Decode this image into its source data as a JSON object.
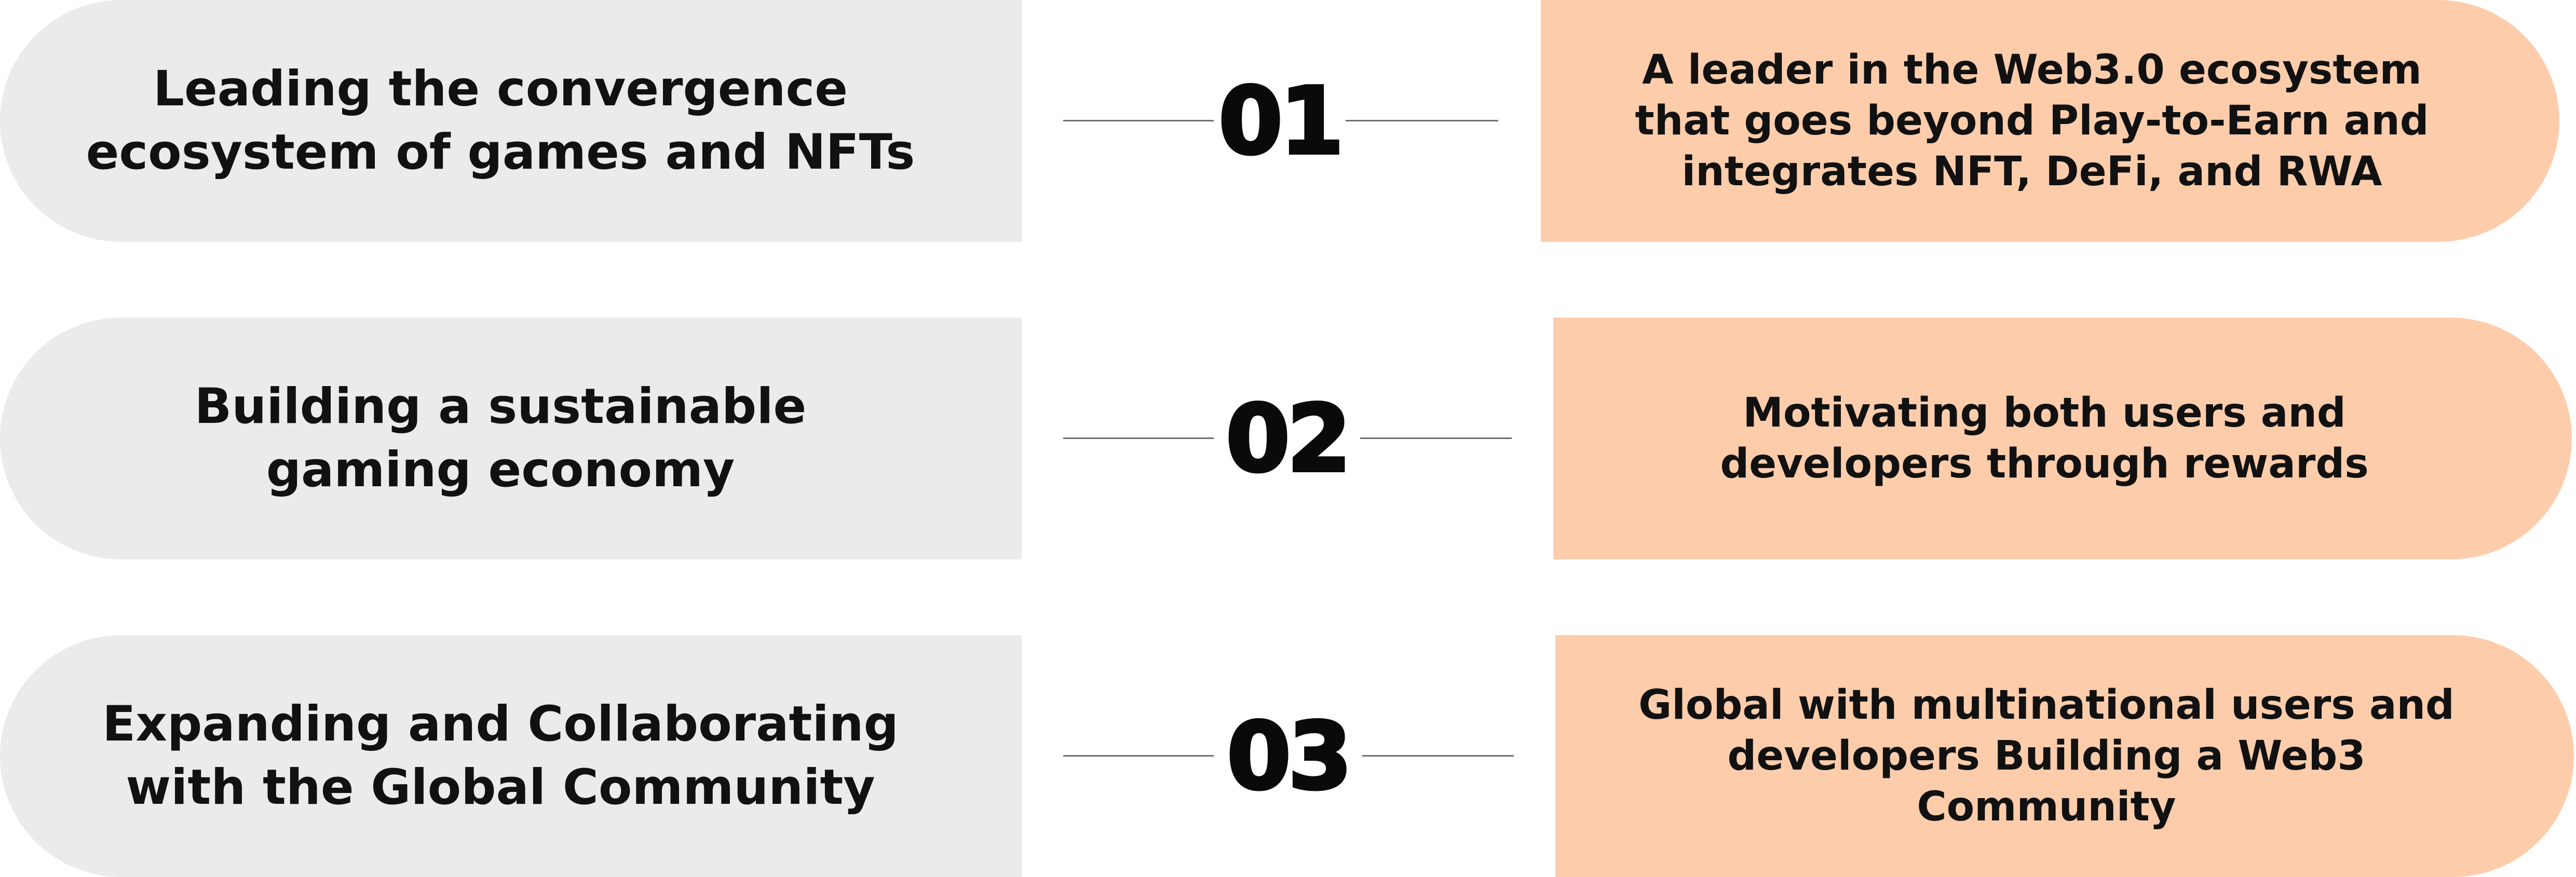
{
  "colors": {
    "left_fill": "#ebebeb",
    "right_fill": "#fdcdab",
    "text": "#111111",
    "connector_line": "#6f6f6f"
  },
  "rows": [
    {
      "number": "01",
      "left_text": "Leading the convergence ecosystem of games and NFTs",
      "right_text": "A leader in the Web3.0 ecosystem that goes beyond Play-to-Earn and integrates NFT, DeFi, and RWA"
    },
    {
      "number": "02",
      "left_text": "Building a sustainable gaming economy",
      "right_text": "Motivating both users and developers through rewards"
    },
    {
      "number": "03",
      "left_text": "Expanding and Collaborating with the Global Community",
      "right_text": "Global with multinational users and developers Building a Web3 Community"
    }
  ]
}
